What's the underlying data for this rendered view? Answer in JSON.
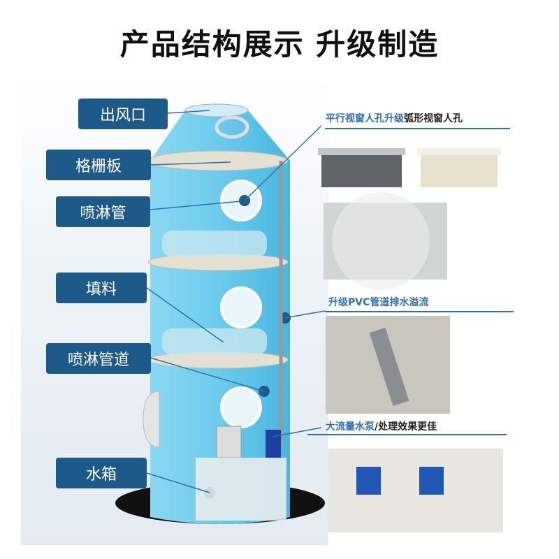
{
  "title": "产品结构展示 升级制造",
  "labels": {
    "outlet": "出风口",
    "grille": "格栅板",
    "spray_pipe": "喷淋管",
    "packing": "填料",
    "spray_line": "喷淋管道",
    "tank": "水箱"
  },
  "captions": {
    "window": {
      "highlight": "平行视窗人孔升级",
      "rest": "弧形视窗人孔"
    },
    "pvc": {
      "highlight": "升级PVC管道排水溢流",
      "rest": ""
    },
    "pump": {
      "highlight": "大流量水泵",
      "rest": "/处理效果更佳"
    }
  },
  "colors": {
    "label_bg": "#1d5a89",
    "accent": "#2f6fb0",
    "tower": "#6ccbeb"
  }
}
